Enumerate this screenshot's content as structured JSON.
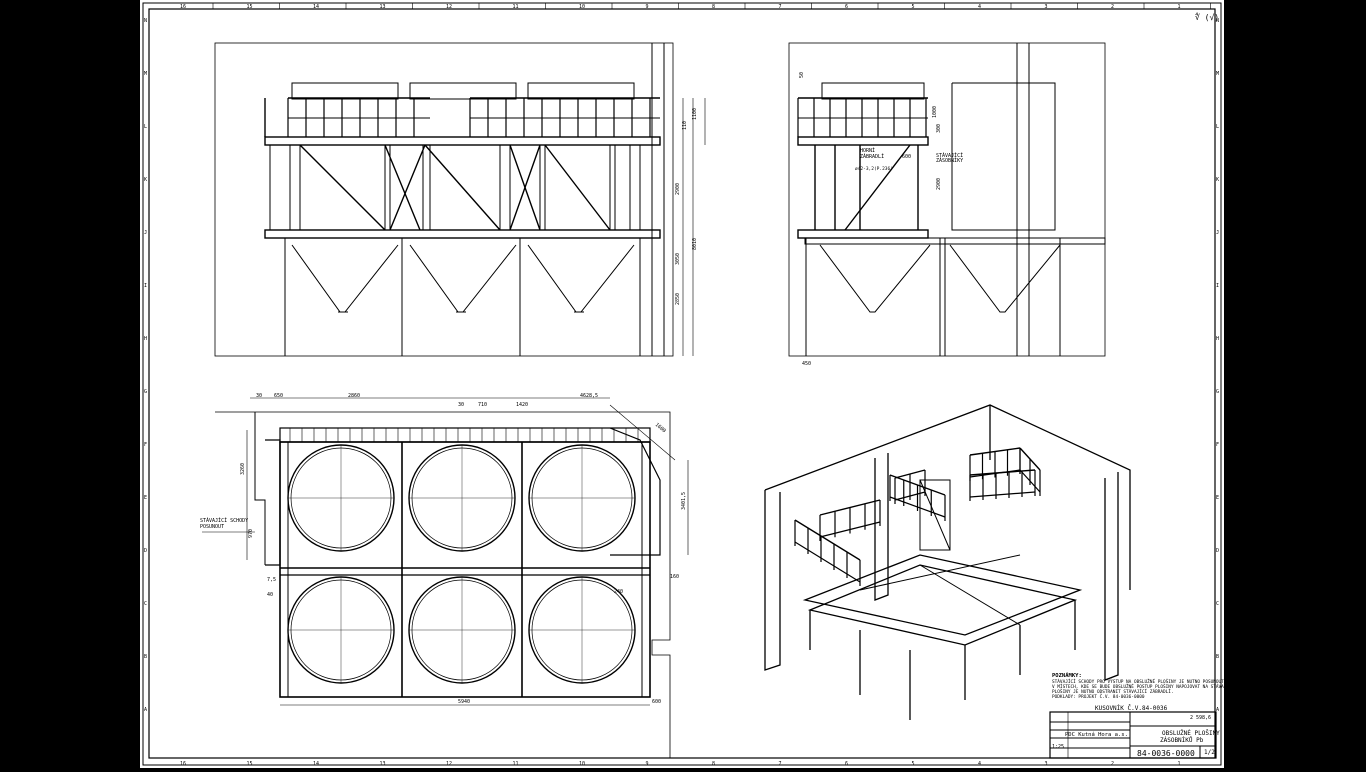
{
  "sheet": {
    "roughness_mark": "∜ (√)",
    "border_top_numbers": [
      "16",
      "15",
      "14",
      "13",
      "12",
      "11",
      "10",
      "9",
      "8",
      "7",
      "6",
      "5",
      "4",
      "3",
      "2",
      "1"
    ],
    "border_left_letters": [
      "N",
      "M",
      "L",
      "K",
      "J",
      "I",
      "H",
      "G",
      "F",
      "E",
      "D",
      "C",
      "B",
      "A"
    ]
  },
  "front_view": {
    "dims": [
      "1100",
      "110",
      "2900",
      "8010",
      "3050",
      "2850"
    ]
  },
  "side_view": {
    "dims": [
      "50",
      "1000",
      "600",
      "300",
      "2900",
      "450"
    ],
    "notes": [
      "HORNÍ",
      "ZÁBRADLÍ",
      "STÁVAJÍCÍ",
      "ZÁSOBNÍKY",
      "ø42-3,2(P.236)"
    ]
  },
  "plan_view": {
    "dims_top": [
      "30",
      "650",
      "2860",
      "30",
      "710",
      "1420",
      "4628,5"
    ],
    "dims_bottom": [
      "5940",
      "600"
    ],
    "dims_right": [
      "3401,5",
      "160",
      "240"
    ],
    "dims_left": [
      "3260",
      "970",
      "7,5",
      "40"
    ],
    "left_note": [
      "STÁVAJÍCÍ SCHODY",
      "POSUNOUT"
    ],
    "diag_dim": "1600"
  },
  "notes": {
    "title": "POZNÁMKY:",
    "lines": [
      "STÁVAJÍCÍ SCHODY PRO VÝSTUP NA OBSLUŽNÉ PLOŠINY JE NUTNO POSUNOUT.",
      "V MÍSTECH, KDE SE BUDE OBSLUŽNÉ POSTUP PLOŠINY NAPOJOVAT NA STÁVAJÍCÍ",
      "PLOŠINY JE NUTNO ODSTRANIT STÁVAJÍCÍ ZÁBRADLÍ.",
      "PODKLADY: PROJEKT Č.V. 84-0036-0000"
    ],
    "parts_list": "KUSOVNÍK Č.V.84-0036"
  },
  "title_block": {
    "company": "PDC Kutná Hora a.s.",
    "title_line1": "OBSLUŽNÉ PLOŠINY",
    "title_line2": "ZÁSOBNÍKŮ Pb",
    "drawing_number": "84-0036-0000",
    "sheet": "1/2",
    "scale": "1:25",
    "mass": "2 598,6"
  }
}
